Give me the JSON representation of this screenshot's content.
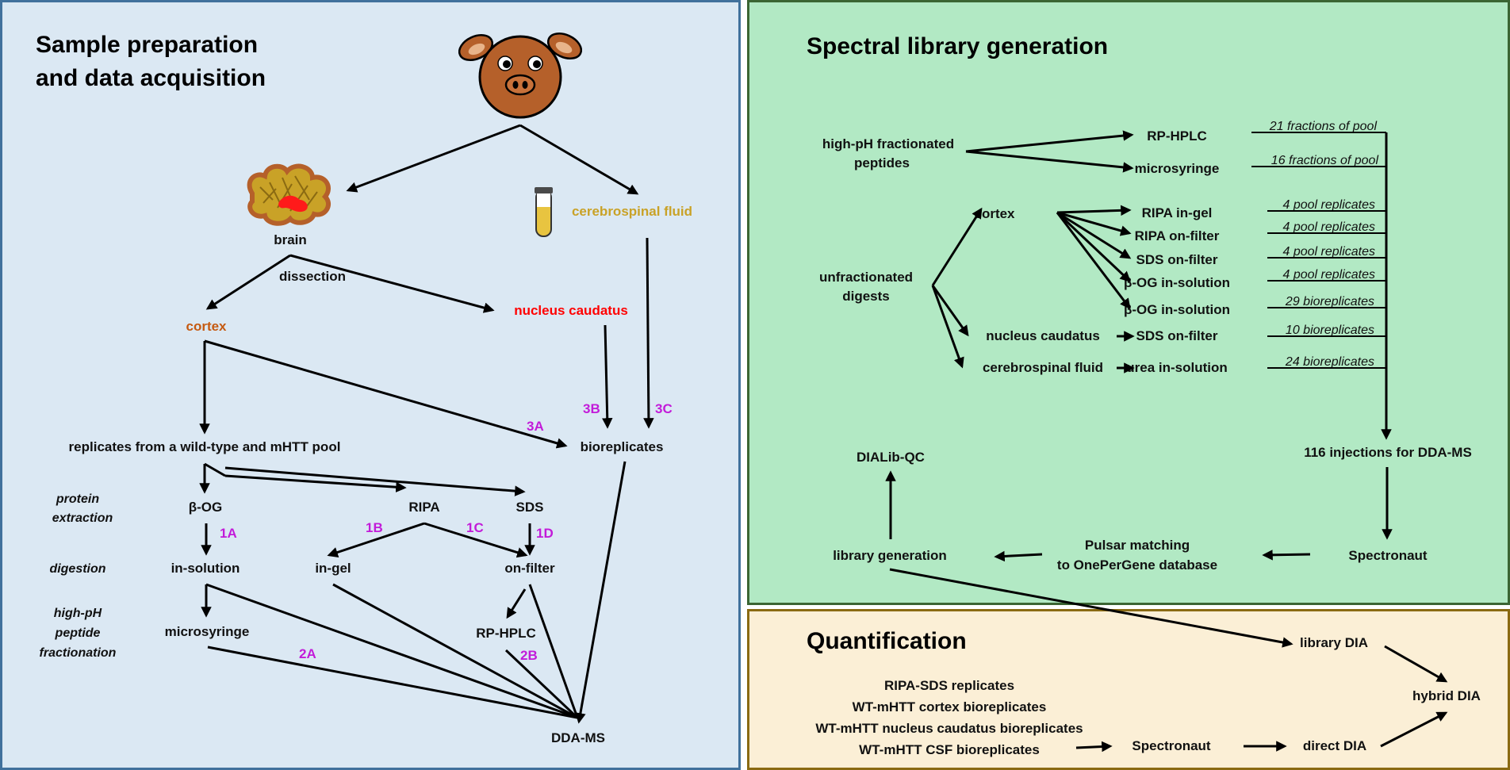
{
  "panels": {
    "a_title_line1": "Sample preparation",
    "a_title_line2": "and data acquisition",
    "b_title": "Spectral library generation",
    "c_title": "Quantification"
  },
  "panel_a": {
    "brain": "brain",
    "csf": "cerebrospinal fluid",
    "dissection": "dissection",
    "cortex": "cortex",
    "nucleus_caudatus": "nucleus caudatus",
    "replicates": "replicates from a wild-type and mHTT pool",
    "bioreplicates": "bioreplicates",
    "protein_extraction_1": "protein",
    "protein_extraction_2": "extraction",
    "digestion": "digestion",
    "fractionation_1": "high-pH",
    "fractionation_2": "peptide",
    "fractionation_3": "fractionation",
    "boog": "β-OG",
    "ripa": "RIPA",
    "sds": "SDS",
    "in_solution": "in-solution",
    "in_gel": "in-gel",
    "on_filter": "on-filter",
    "microsyringe": "microsyringe",
    "rp_hplc": "RP-HPLC",
    "dda_ms": "DDA-MS",
    "tags": {
      "t1A": "1A",
      "t1B": "1B",
      "t1C": "1C",
      "t1D": "1D",
      "t2A": "2A",
      "t2B": "2B",
      "t3A": "3A",
      "t3B": "3B",
      "t3C": "3C"
    }
  },
  "panel_b": {
    "highph_1": "high-pH fractionated",
    "highph_2": "peptides",
    "rp_hplc": "RP-HPLC",
    "microsyringe": "microsyringe",
    "unfrac_1": "unfractionated",
    "unfrac_2": "digests",
    "cortex": "cortex",
    "nucleus_caudatus": "nucleus caudatus",
    "csf": "cerebrospinal fluid",
    "methods": [
      "RIPA in-gel",
      "RIPA on-filter",
      "SDS on-filter",
      "β-OG in-solution",
      "β-OG in-solution",
      "SDS on-filter",
      "urea in-solution"
    ],
    "counts": [
      "21 fractions of pool",
      "16 fractions of pool",
      "4 pool replicates",
      "4 pool replicates",
      "4 pool replicates",
      "4 pool replicates",
      "29 bioreplicates",
      "10 bioreplicates",
      "24 bioreplicates"
    ],
    "injections": "116 injections for DDA-MS",
    "spectronaut": "Spectronaut",
    "pulsar_1": "Pulsar matching",
    "pulsar_2": "to OnePerGene database",
    "library_generation": "library generation",
    "dialib_qc": "DIALib-QC"
  },
  "panel_c": {
    "sets": [
      "RIPA-SDS replicates",
      "WT-mHTT cortex bioreplicates",
      "WT-mHTT nucleus caudatus bioreplicates",
      "WT-mHTT CSF bioreplicates"
    ],
    "spectronaut": "Spectronaut",
    "direct_dia": "direct DIA",
    "library_dia": "library DIA",
    "hybrid_dia": "hybrid DIA"
  },
  "colors": {
    "panel_a_bg": "#dbe8f3",
    "panel_b_bg": "#b2e9c4",
    "panel_c_bg": "#fbefd6",
    "tag": "#c21bd9",
    "cortex": "#c55a11",
    "nucleus_caudatus": "#ff0000",
    "csf": "#c9a227",
    "pig": "#b5602a"
  }
}
